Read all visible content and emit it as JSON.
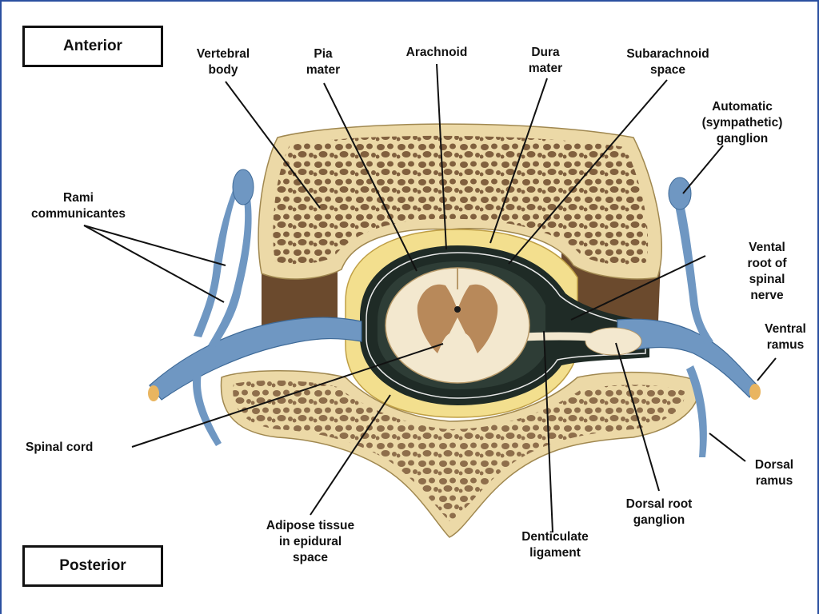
{
  "orientation": {
    "top": "Anterior",
    "bottom": "Posterior"
  },
  "labels": {
    "vertebral_body": "Vertebral\nbody",
    "pia_mater": "Pia\nmater",
    "arachnoid": "Arachnoid",
    "dura_mater": "Dura\nmater",
    "subarachnoid_space": "Subarachnoid\nspace",
    "sympathetic_ganglion": "Automatic\n(sympathetic)\nganglion",
    "rami_communicantes": "Rami\ncommunicantes",
    "ventral_root": "Vental root of\nspinal nerve",
    "ventral_ramus": "Ventral\nramus",
    "spinal_cord": "Spinal cord",
    "dorsal_ramus": "Dorsal\nramus",
    "dorsal_root_ganglion": "Dorsal root\nganglion",
    "denticulate_ligament": "Denticulate\nligament",
    "adipose_tissue": "Adipose tissue\nin epidural\nspace"
  },
  "colors": {
    "bone": "#ecd9a7",
    "bone_pore": "#6e4b2c",
    "nerve": "#6f97c2",
    "fat": "#f3df8e",
    "dura_dark": "#1f2b26",
    "cord_white": "#f3e8cf",
    "gray_matter": "#b8895a",
    "frame_border": "#2a4fa0"
  }
}
